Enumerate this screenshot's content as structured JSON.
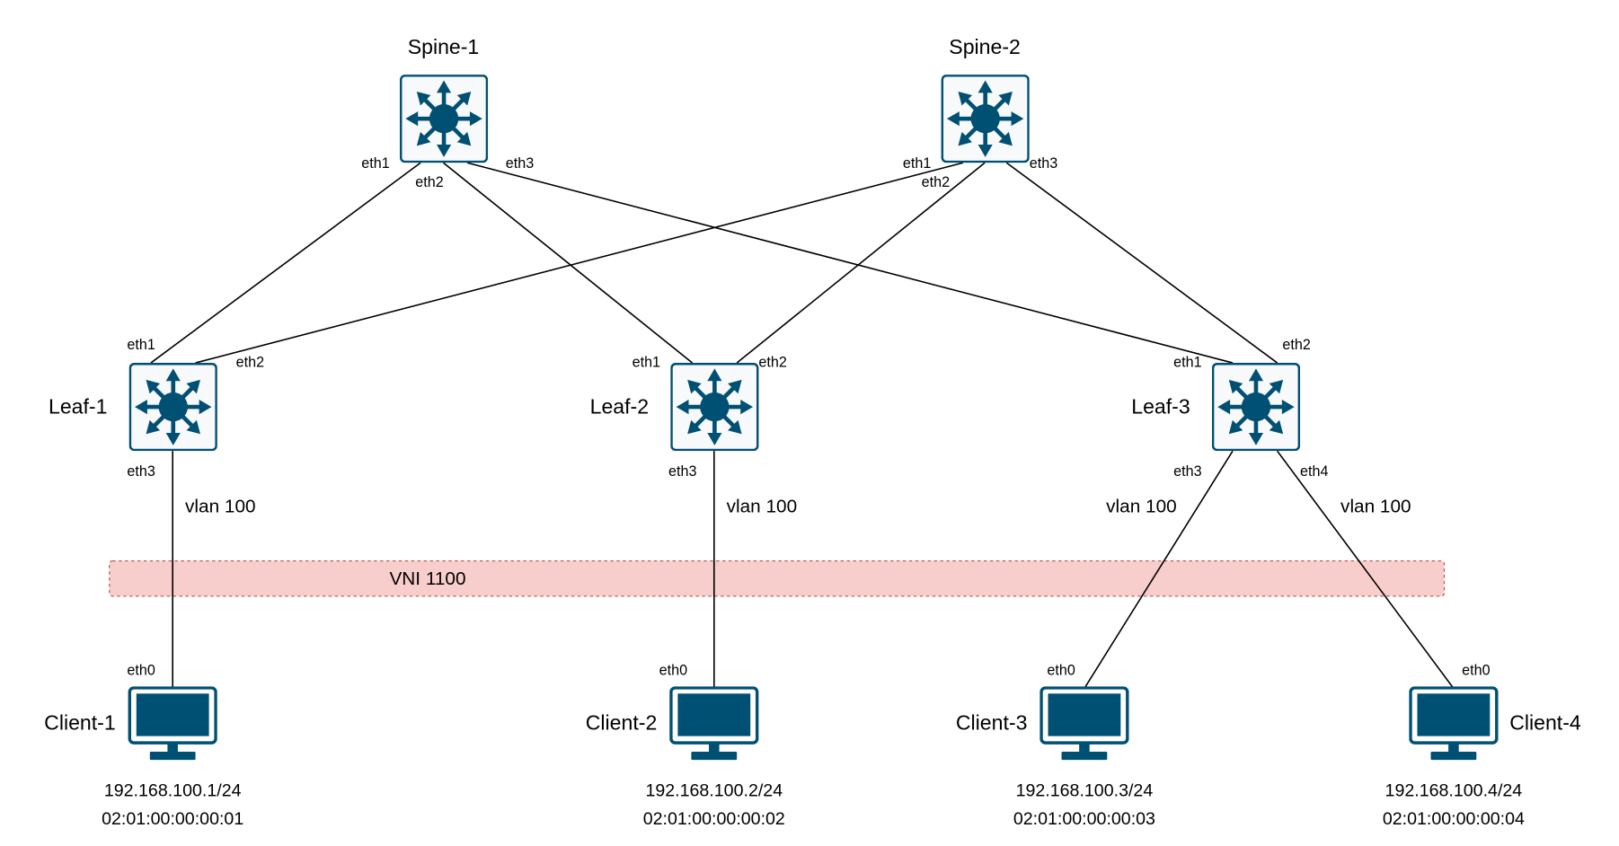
{
  "colors": {
    "device": "#005073",
    "device_bg": "#f8f9fa",
    "vni_fill": "#f8cecc",
    "vni_border": "#b85450"
  },
  "vni": {
    "label": "VNI 1100"
  },
  "spines": [
    {
      "name": "Spine-1",
      "ports": {
        "eth1": "eth1",
        "eth2": "eth2",
        "eth3": "eth3"
      }
    },
    {
      "name": "Spine-2",
      "ports": {
        "eth1": "eth1",
        "eth2": "eth2",
        "eth3": "eth3"
      }
    }
  ],
  "leaves": [
    {
      "name": "Leaf-1",
      "ports": {
        "eth1": "eth1",
        "eth2": "eth2",
        "eth3": "eth3"
      },
      "vlan": "vlan 100"
    },
    {
      "name": "Leaf-2",
      "ports": {
        "eth1": "eth1",
        "eth2": "eth2",
        "eth3": "eth3"
      },
      "vlan": "vlan 100"
    },
    {
      "name": "Leaf-3",
      "ports": {
        "eth1": "eth1",
        "eth2": "eth2",
        "eth3": "eth3",
        "eth4": "eth4"
      },
      "vlan_eth3": "vlan 100",
      "vlan_eth4": "vlan 100"
    }
  ],
  "clients": [
    {
      "name": "Client-1",
      "port": "eth0",
      "ip": "192.168.100.1/24",
      "mac": "02:01:00:00:00:01"
    },
    {
      "name": "Client-2",
      "port": "eth0",
      "ip": "192.168.100.2/24",
      "mac": "02:01:00:00:00:02"
    },
    {
      "name": "Client-3",
      "port": "eth0",
      "ip": "192.168.100.3/24",
      "mac": "02:01:00:00:00:03"
    },
    {
      "name": "Client-4",
      "port": "eth0",
      "ip": "192.168.100.4/24",
      "mac": "02:01:00:00:00:04"
    }
  ]
}
